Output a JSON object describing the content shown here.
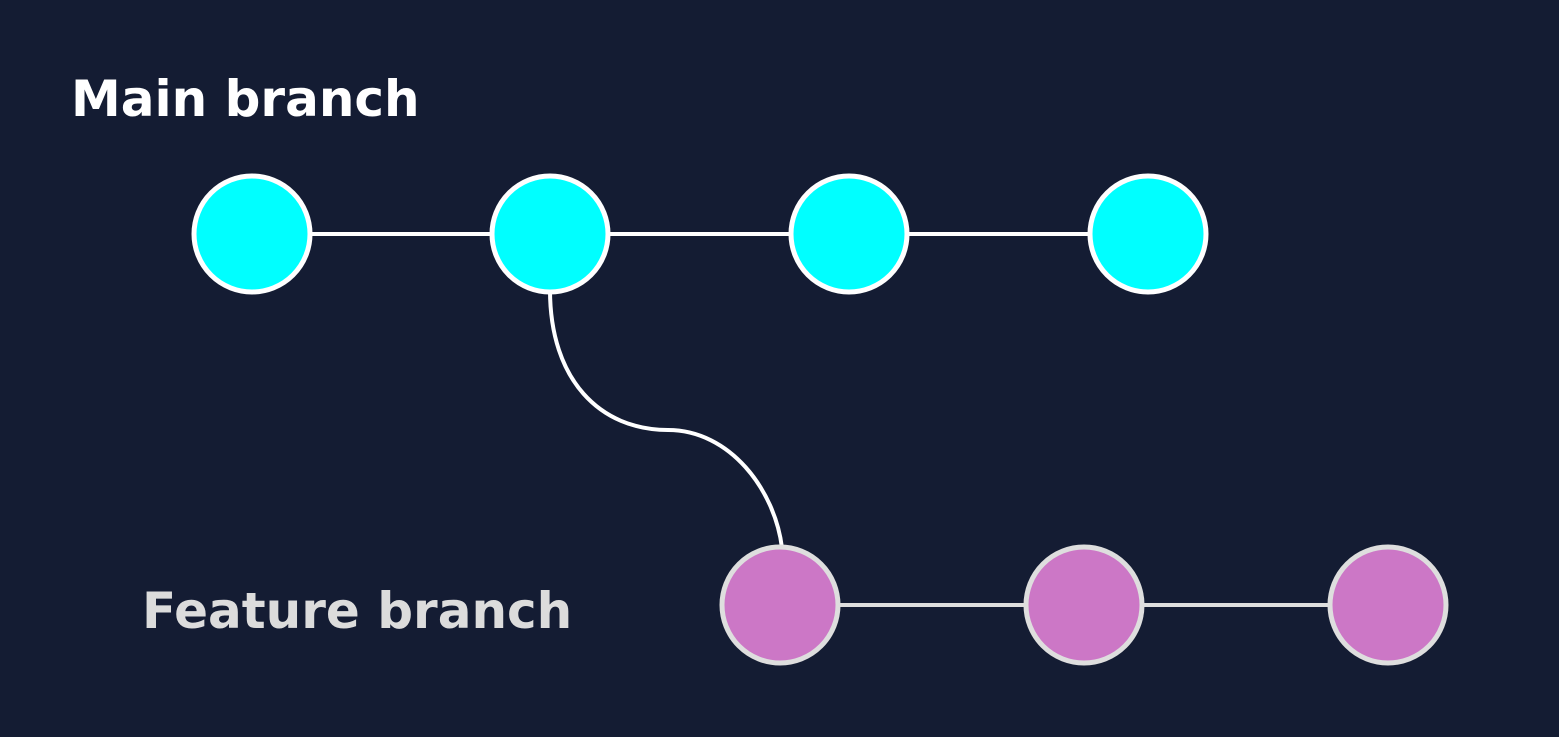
{
  "main_branch": {
    "label": "Main branch",
    "commit_count": 4,
    "node_color": "#00ffff",
    "stroke_color": "#ffffff"
  },
  "feature_branch": {
    "label": "Feature branch",
    "commit_count": 3,
    "node_color": "#cc77c6",
    "stroke_color": "#dedede",
    "branches_from_main_commit": 2
  },
  "connector_color": "#ffffff",
  "background_color": "#141c33"
}
